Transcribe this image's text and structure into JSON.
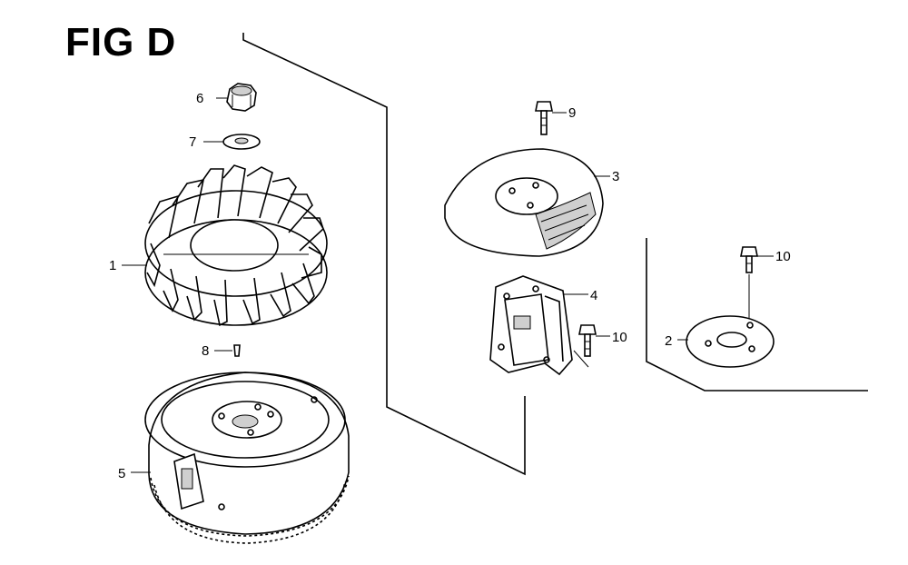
{
  "figure": {
    "title": "FIG D"
  },
  "callouts": {
    "c1": "1",
    "c2": "2",
    "c3": "3",
    "c4": "4",
    "c5": "5",
    "c6": "6",
    "c7": "7",
    "c8": "8",
    "c9": "9",
    "c10a": "10",
    "c10b": "10"
  }
}
